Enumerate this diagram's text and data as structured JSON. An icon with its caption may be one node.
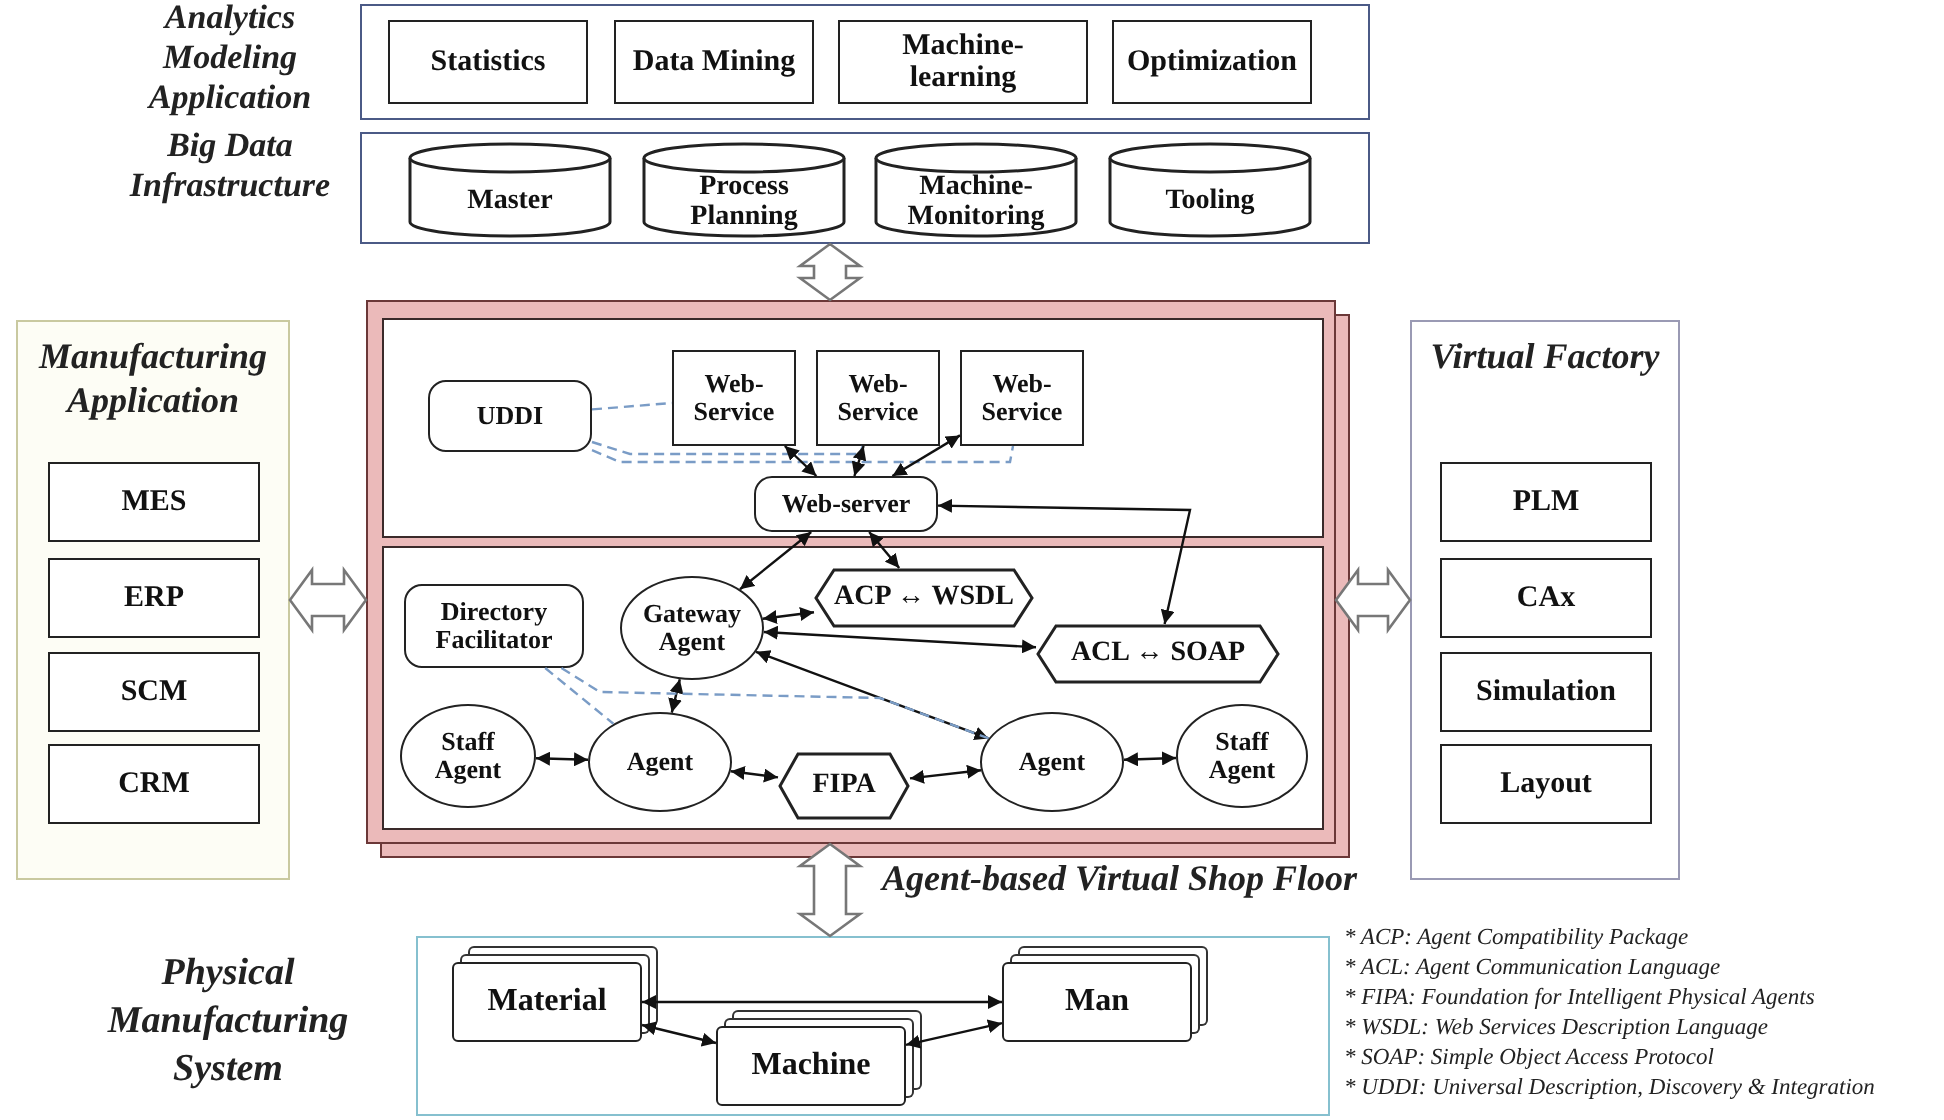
{
  "diagram": {
    "nodes": [
      {
        "text": [
          "Analytics Modeling Application"
        ]
      },
      {
        "text": [
          "Statistics"
        ],
        "in": 0
      },
      {
        "text": [
          "Data Mining"
        ],
        "in": 0
      },
      {
        "text": [
          "Machine-learning"
        ],
        "in": 0
      },
      {
        "text": [
          "Optimization"
        ],
        "in": 0
      },
      {
        "text": [
          "Big Data Infrastructure"
        ]
      },
      {
        "text": [
          "Master"
        ],
        "in": 5
      },
      {
        "text": [
          "Process Planning"
        ],
        "in": 5
      },
      {
        "text": [
          "Machine-Monitoring"
        ],
        "in": 5
      },
      {
        "text": [
          "Tooling"
        ],
        "in": 5
      },
      {
        "text": [
          "Manufacturing Application"
        ]
      },
      {
        "text": [
          "MES"
        ],
        "in": 10
      },
      {
        "text": [
          "ERP"
        ],
        "in": 10
      },
      {
        "text": [
          "SCM"
        ],
        "in": 10
      },
      {
        "text": [
          "CRM"
        ],
        "in": 10
      },
      {
        "text": [
          "Agent-based Virtual Shop Floor"
        ]
      },
      {
        "text": [],
        "shape": "box",
        "in": 15
      },
      {
        "text": [
          "UDDI"
        ],
        "in": 16
      },
      {
        "text": [
          "Web-Service"
        ],
        "in": 16
      },
      {
        "text": [
          "Web-Service"
        ],
        "in": 16
      },
      {
        "text": [
          "Web-Service"
        ],
        "in": 16
      },
      {
        "text": [
          "Web-server"
        ],
        "in": 16
      },
      {
        "text": [],
        "shape": "box",
        "in": 15
      },
      {
        "text": [
          "Directory Facilitator"
        ],
        "in": 22
      },
      {
        "text": [
          "Gateway Agent"
        ],
        "in": 22
      },
      {
        "text": [
          "ACP ↔ WSDL"
        ],
        "in": 22
      },
      {
        "text": [
          "ACL ↔ SOAP"
        ],
        "in": 22
      },
      {
        "text": [
          "Staff Agent"
        ],
        "in": 22
      },
      {
        "text": [
          "Agent"
        ],
        "in": 22
      },
      {
        "text": [
          "FIPA"
        ],
        "in": 22
      },
      {
        "text": [
          "Agent"
        ],
        "in": 22
      },
      {
        "text": [
          "Staff Agent"
        ],
        "in": 22
      },
      {
        "text": [
          "Virtual Factory"
        ]
      },
      {
        "text": [
          "PLM"
        ],
        "in": 32
      },
      {
        "text": [
          "CAx"
        ],
        "in": 32
      },
      {
        "text": [
          "Simulation"
        ],
        "in": 32
      },
      {
        "text": [
          "Layout"
        ],
        "in": 32
      },
      {
        "text": [
          "Physical Manufacturing System"
        ]
      },
      {
        "text": [
          "Material"
        ],
        "in": 37
      },
      {
        "text": [
          "Machine"
        ],
        "in": 37
      },
      {
        "text": [
          "Man"
        ],
        "in": 37
      }
    ],
    "edges": [
      {
        "from": 5,
        "to": 15,
        "arrow": "both",
        "style": "thick"
      },
      {
        "from": 10,
        "to": 15,
        "arrow": "both",
        "style": "thick"
      },
      {
        "from": 15,
        "to": 32,
        "arrow": "both",
        "style": "thick"
      },
      {
        "from": 15,
        "to": 37,
        "arrow": "both",
        "style": "thick"
      },
      {
        "from": 17,
        "to": 18,
        "arrow": "none",
        "style": "dashed",
        "color": "#7a9cc6"
      },
      {
        "from": 17,
        "to": 19,
        "arrow": "none",
        "style": "dashed",
        "color": "#7a9cc6"
      },
      {
        "from": 17,
        "to": 20,
        "arrow": "none",
        "style": "dashed",
        "color": "#7a9cc6"
      },
      {
        "from": 18,
        "to": 21,
        "arrow": "both"
      },
      {
        "from": 19,
        "to": 21,
        "arrow": "both"
      },
      {
        "from": 20,
        "to": 21,
        "arrow": "both"
      },
      {
        "from": 21,
        "to": 24,
        "arrow": "both"
      },
      {
        "from": 21,
        "to": 25,
        "arrow": "both"
      },
      {
        "from": 21,
        "to": 26,
        "arrow": "both"
      },
      {
        "from": 24,
        "to": 25,
        "arrow": "both"
      },
      {
        "from": 24,
        "to": 26,
        "arrow": "both"
      },
      {
        "from": 24,
        "to": 28,
        "arrow": "both"
      },
      {
        "from": 24,
        "to": 30,
        "arrow": "both"
      },
      {
        "from": 23,
        "to": 28,
        "arrow": "none",
        "style": "dashed",
        "color": "#7a9cc6"
      },
      {
        "from": 23,
        "to": 30,
        "arrow": "none",
        "style": "dashed",
        "color": "#7a9cc6"
      },
      {
        "from": 27,
        "to": 28,
        "arrow": "both"
      },
      {
        "from": 28,
        "to": 29,
        "arrow": "both"
      },
      {
        "from": 29,
        "to": 30,
        "arrow": "both"
      },
      {
        "from": 30,
        "to": 31,
        "arrow": "both"
      },
      {
        "from": 38,
        "to": 40,
        "arrow": "both"
      },
      {
        "from": 38,
        "to": 39,
        "arrow": "both"
      },
      {
        "from": 39,
        "to": 40,
        "arrow": "both"
      }
    ],
    "labels": [
      "* ACP: Agent Compatibility Package",
      "* ACL: Agent Communication Language",
      "* FIPA: Foundation for Intelligent Physical Agents",
      "* WSDL: Web Services Description Language",
      "* SOAP: Simple Object Access Protocol",
      "* UDDI: Universal Description, Discovery & Integration"
    ]
  }
}
